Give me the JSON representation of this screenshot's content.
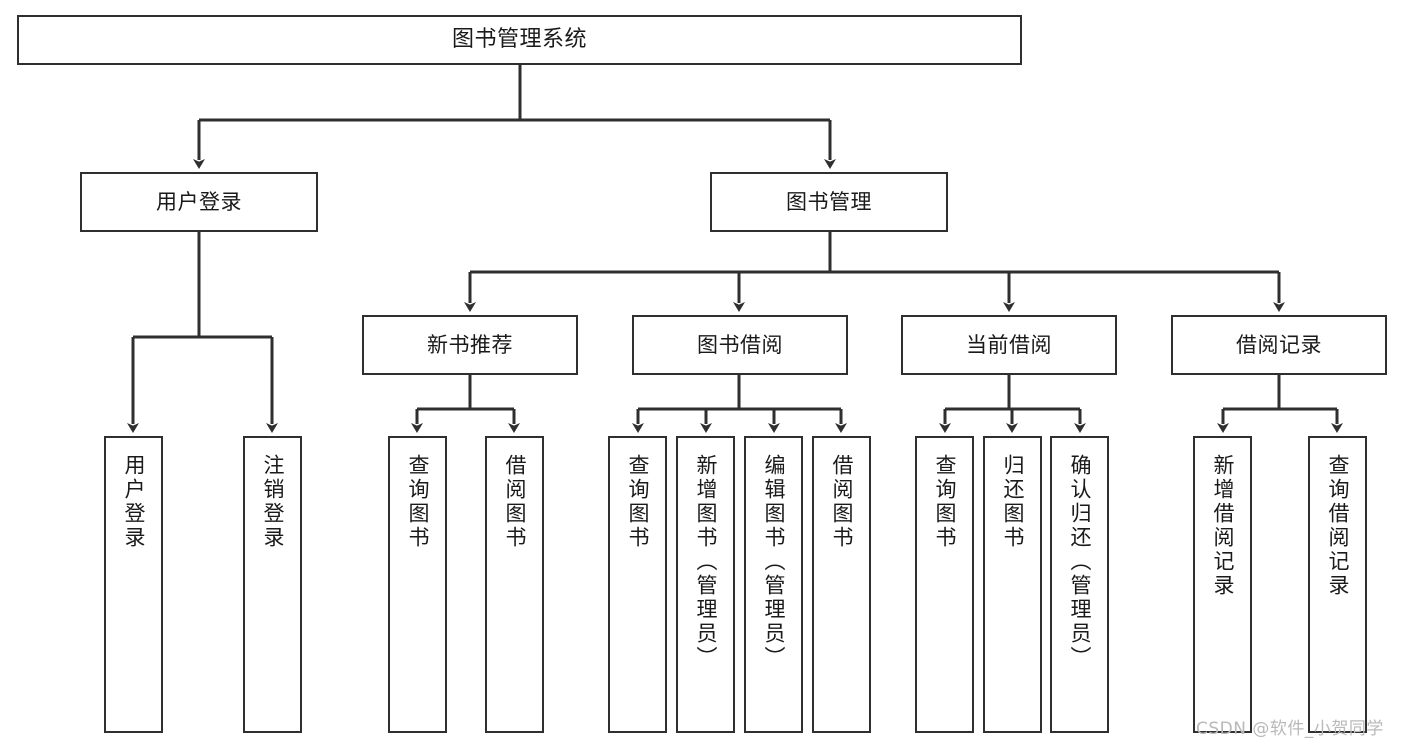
{
  "diagram": {
    "title": "图书管理系统",
    "type": "功能结构图",
    "stroke_color": "#2f2f2f",
    "fill_color": "#ffffff",
    "text_color": "#1a1a1a"
  },
  "watermark": {
    "text": "CSDN @软件_小贺同学",
    "color": "#b9b9b9"
  },
  "nodes": {
    "root": {
      "label": "图书管理系统"
    },
    "level2": [
      {
        "label": "用户登录"
      },
      {
        "label": "图书管理"
      }
    ],
    "level3": [
      {
        "label": "新书推荐"
      },
      {
        "label": "图书借阅"
      },
      {
        "label": "当前借阅"
      },
      {
        "label": "借阅记录"
      }
    ],
    "leaves": {
      "user_login": [
        {
          "label": "用户登录"
        },
        {
          "label": "注销登录"
        }
      ],
      "new_book": [
        {
          "label": "查询图书"
        },
        {
          "label": "借阅图书"
        }
      ],
      "book_borrow": [
        {
          "label": "查询图书"
        },
        {
          "label": "新增图书（管理员）"
        },
        {
          "label": "编辑图书（管理员）"
        },
        {
          "label": "借阅图书"
        }
      ],
      "current_borrow": [
        {
          "label": "查询图书"
        },
        {
          "label": "归还图书"
        },
        {
          "label": "确认归还（管理员）"
        }
      ],
      "borrow_record": [
        {
          "label": "新增借阅记录"
        },
        {
          "label": "查询借阅记录"
        }
      ]
    }
  },
  "chart_data": {
    "type": "tree",
    "title": "图书管理系统",
    "root": {
      "label": "图书管理系统",
      "children": [
        {
          "label": "用户登录",
          "children": [
            {
              "label": "用户登录"
            },
            {
              "label": "注销登录"
            }
          ]
        },
        {
          "label": "图书管理",
          "children": [
            {
              "label": "新书推荐",
              "children": [
                {
                  "label": "查询图书"
                },
                {
                  "label": "借阅图书"
                }
              ]
            },
            {
              "label": "图书借阅",
              "children": [
                {
                  "label": "查询图书"
                },
                {
                  "label": "新增图书（管理员）"
                },
                {
                  "label": "编辑图书（管理员）"
                },
                {
                  "label": "借阅图书"
                }
              ]
            },
            {
              "label": "当前借阅",
              "children": [
                {
                  "label": "查询图书"
                },
                {
                  "label": "归还图书"
                },
                {
                  "label": "确认归还（管理员）"
                }
              ]
            },
            {
              "label": "借阅记录",
              "children": [
                {
                  "label": "新增借阅记录"
                },
                {
                  "label": "查询借阅记录"
                }
              ]
            }
          ]
        }
      ]
    },
    "depth": 4,
    "leaf_count": 13,
    "orientation": "top-down",
    "edge_style": "orthogonal-arrow"
  }
}
